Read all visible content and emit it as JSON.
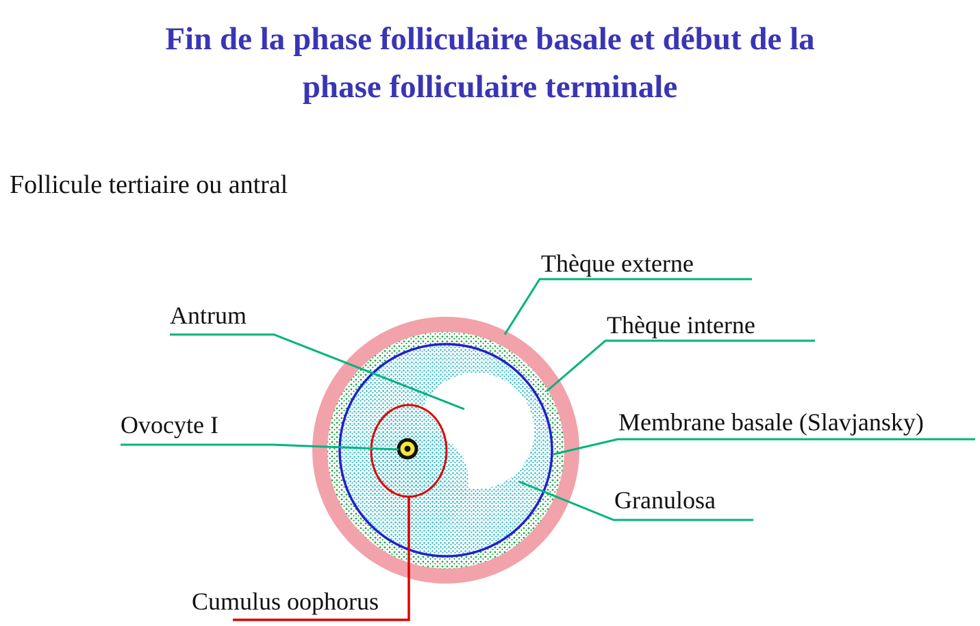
{
  "title": {
    "line1": "Fin de la phase folliculaire basale et début de la",
    "line2": "phase folliculaire terminale"
  },
  "subtitle": "Follicule tertiaire ou antral",
  "labels": {
    "theque_externe": "Thèque externe",
    "theque_interne": "Thèque interne",
    "antrum": "Antrum",
    "ovocyte": "Ovocyte I",
    "membrane_basale": "Membrane basale (Slavjansky)",
    "granulosa": "Granulosa",
    "cumulus": "Cumulus oophorus"
  },
  "colors": {
    "title_text": "#3a35b5",
    "label_line": "#00b37d",
    "theque_externe_ring": "#f2a2aa",
    "theque_interne_dots": "#22a24a",
    "granulosa_dots": "#2fb9c7",
    "membrane_basale_circle": "#2020cc",
    "cumulus_line": "#e00000",
    "oocyte_fill": "#f5e73c",
    "oocyte_ring": "#111111"
  }
}
